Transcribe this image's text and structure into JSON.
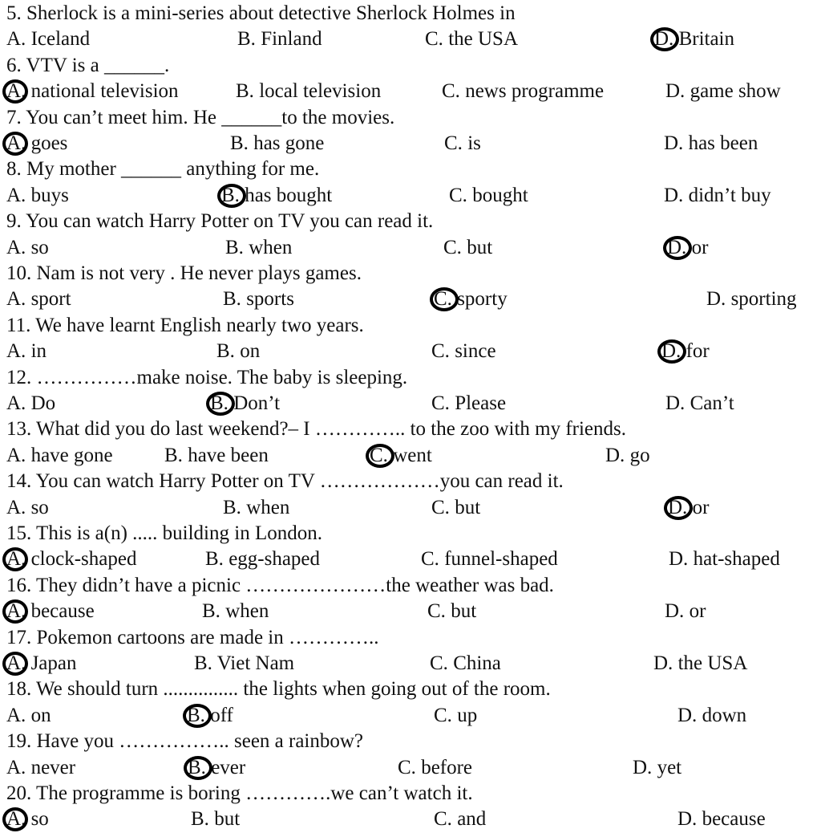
{
  "questions": [
    {
      "id": 5,
      "text": "5. Sherlock is a mini-series about detective Sherlock Holmes in",
      "options": [
        {
          "letter": "A.",
          "text": " Iceland"
        },
        {
          "letter": "B.",
          "text": " Finland"
        },
        {
          "letter": "C.",
          "text": " the USA"
        },
        {
          "letter": "D.",
          "text": " Britain"
        }
      ],
      "circled": 3
    },
    {
      "id": 6,
      "text": "6. VTV is a ______.",
      "options": [
        {
          "letter": "A.",
          "text": " national television"
        },
        {
          "letter": "B.",
          "text": " local television"
        },
        {
          "letter": "C.",
          "text": " news programme"
        },
        {
          "letter": "D.",
          "text": " game show"
        }
      ],
      "circled": 0
    },
    {
      "id": 7,
      "text": "7. You can’t meet him. He ______to the movies.",
      "options": [
        {
          "letter": "A.",
          "text": " goes"
        },
        {
          "letter": "B.",
          "text": " has gone"
        },
        {
          "letter": "C.",
          "text": " is"
        },
        {
          "letter": "D.",
          "text": " has been"
        }
      ],
      "circled": 0
    },
    {
      "id": 8,
      "text": "8. My mother ______ anything for me.",
      "options": [
        {
          "letter": "A.",
          "text": " buys"
        },
        {
          "letter": "B.",
          "text": " has bought"
        },
        {
          "letter": "C.",
          "text": " bought"
        },
        {
          "letter": "D.",
          "text": " didn’t buy"
        }
      ],
      "circled": 1
    },
    {
      "id": 9,
      "text": "9. You can watch Harry Potter on TV              you can read it.",
      "options": [
        {
          "letter": "A.",
          "text": " so"
        },
        {
          "letter": "B.",
          "text": " when"
        },
        {
          "letter": "C.",
          "text": " but"
        },
        {
          "letter": "D.",
          "text": " or"
        }
      ],
      "circled": 3
    },
    {
      "id": 10,
      "text": "10. Nam is not very              . He never plays games.",
      "options": [
        {
          "letter": "A.",
          "text": " sport"
        },
        {
          "letter": "B.",
          "text": " sports"
        },
        {
          "letter": "C.",
          "text": " sporty"
        },
        {
          "letter": "D.",
          "text": " sporting"
        }
      ],
      "circled": 2
    },
    {
      "id": 11,
      "text": "11. We have learnt English                    nearly two years.",
      "options": [
        {
          "letter": "A.",
          "text": " in"
        },
        {
          "letter": "B.",
          "text": " on"
        },
        {
          "letter": "C.",
          "text": " since"
        },
        {
          "letter": "D.",
          "text": " for"
        }
      ],
      "circled": 3
    },
    {
      "id": 12,
      "text": "12.  ……………make noise. The baby is sleeping.",
      "options": [
        {
          "letter": "A.",
          "text": " Do"
        },
        {
          "letter": "B.",
          "text": " Don’t"
        },
        {
          "letter": "C.",
          "text": " Please"
        },
        {
          "letter": "D.",
          "text": " Can’t"
        }
      ],
      "circled": 1
    },
    {
      "id": 13,
      "text": "13. What did you do last weekend?– I …………..  to the zoo with my friends.",
      "options": [
        {
          "letter": "A.",
          "text": " have gone"
        },
        {
          "letter": "B.",
          "text": " have been"
        },
        {
          "letter": "C.",
          "text": " went"
        },
        {
          "letter": "D.",
          "text": " go"
        }
      ],
      "circled": 2
    },
    {
      "id": 14,
      "text": "14. You can watch Harry Potter on TV ………………you can read it.",
      "options": [
        {
          "letter": "A.",
          "text": " so"
        },
        {
          "letter": "B.",
          "text": " when"
        },
        {
          "letter": "C.",
          "text": " but"
        },
        {
          "letter": "D.",
          "text": " or"
        }
      ],
      "circled": 3
    },
    {
      "id": 15,
      "text": "15. This is a(n) ..... building in London.",
      "options": [
        {
          "letter": "A.",
          "text": " clock-shaped"
        },
        {
          "letter": "B.",
          "text": " egg-shaped"
        },
        {
          "letter": "C.",
          "text": "  funnel-shaped"
        },
        {
          "letter": "D.",
          "text": " hat-shaped"
        }
      ],
      "circled": 0
    },
    {
      "id": 16,
      "text": "16. They didn’t have a  picnic …………………the weather was bad.",
      "options": [
        {
          "letter": "A.",
          "text": " because"
        },
        {
          "letter": "B.",
          "text": " when"
        },
        {
          "letter": "C.",
          "text": " but"
        },
        {
          "letter": "D.",
          "text": " or"
        }
      ],
      "circled": 0
    },
    {
      "id": 17,
      "text": "17. Pokemon cartoons are made in  …………..",
      "options": [
        {
          "letter": "A.",
          "text": " Japan"
        },
        {
          "letter": "B.",
          "text": " Viet Nam"
        },
        {
          "letter": "C.",
          "text": " China"
        },
        {
          "letter": "D.",
          "text": " the USA"
        }
      ],
      "circled": 0
    },
    {
      "id": 18,
      "text": "18. We should turn ............... the lights when going out of the room.",
      "options": [
        {
          "letter": "A.",
          "text": " on"
        },
        {
          "letter": "B.",
          "text": " off"
        },
        {
          "letter": "C.",
          "text": " up"
        },
        {
          "letter": "D.",
          "text": " down"
        }
      ],
      "circled": 1
    },
    {
      "id": 19,
      "text": "19. Have you …………….. seen a rainbow?",
      "options": [
        {
          "letter": "A.",
          "text": " never"
        },
        {
          "letter": "B.",
          "text": " ever"
        },
        {
          "letter": "C.",
          "text": " before"
        },
        {
          "letter": "D.",
          "text": " yet"
        }
      ],
      "circled": 1
    },
    {
      "id": 20,
      "text": "20. The programme is boring ………….we can’t watch it.",
      "options": [
        {
          "letter": "A.",
          "text": " so"
        },
        {
          "letter": "B.",
          "text": " but"
        },
        {
          "letter": "C.",
          "text": " and"
        },
        {
          "letter": "D.",
          "text": " because"
        }
      ],
      "circled": 0
    }
  ]
}
